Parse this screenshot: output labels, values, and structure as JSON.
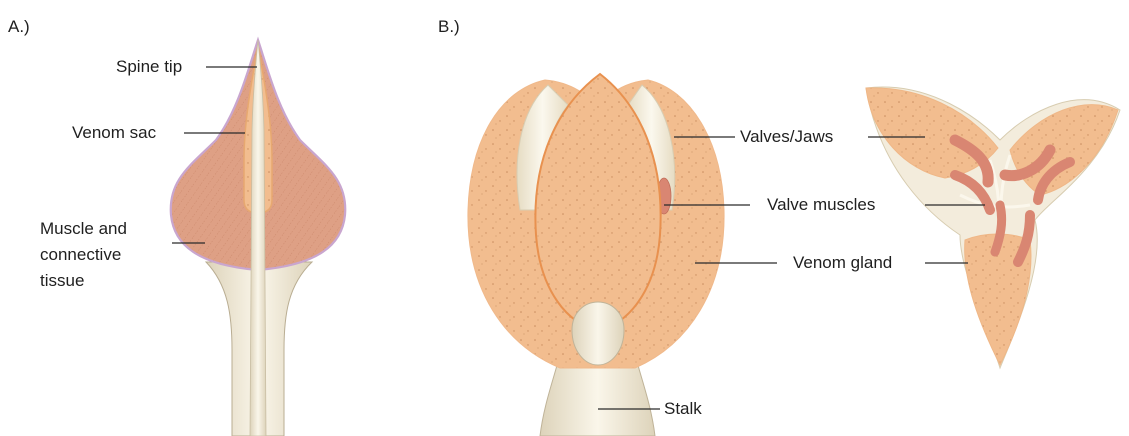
{
  "panels": {
    "a_label": "A.)",
    "b_label": "B.)"
  },
  "labels": {
    "spine_tip": "Spine tip",
    "venom_sac": "Venom sac",
    "muscle_line1": "Muscle and",
    "muscle_line2": "connective",
    "muscle_line3": "tissue",
    "valves_jaws": "Valves/Jaws",
    "valve_muscles": "Valve muscles",
    "venom_gland": "Venom gland",
    "stalk": "Stalk"
  },
  "colors": {
    "tissue_fill": "#f2bd8f",
    "tissue_stroke": "#e2955c",
    "sac_fill": "#dc9a7f",
    "membrane": "#c9a6cf",
    "stalk_fill": "#ede5d0",
    "stalk_light": "#f8f4e8",
    "muscle_fill": "#d98672"
  }
}
